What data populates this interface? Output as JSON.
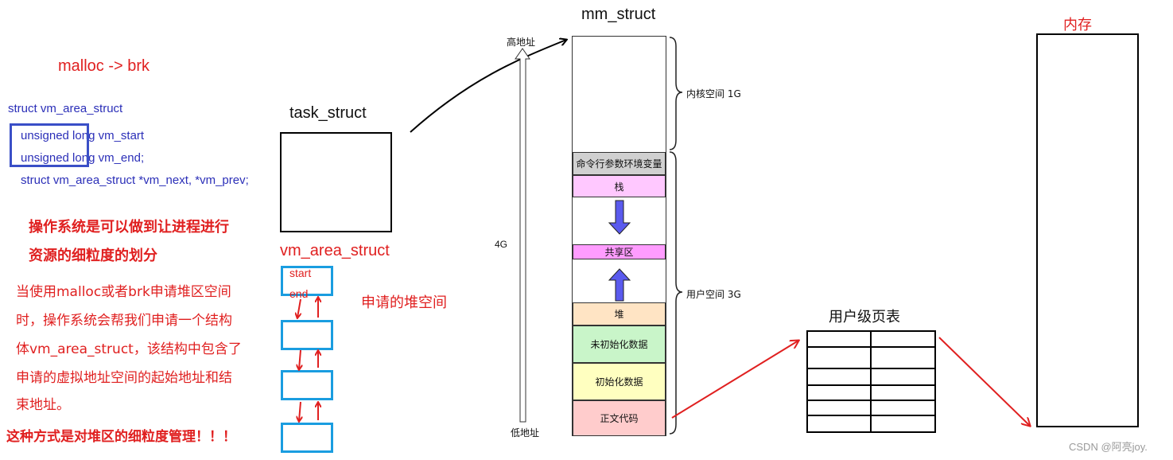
{
  "left": {
    "malloc_title": "malloc -> brk",
    "struct_header": "struct vm_area_struct",
    "field_start": "unsigned long vm_start",
    "field_end": "unsigned long vm_end;",
    "field_links": "struct vm_area_struct *vm_next, *vm_prev;",
    "bold_note_1": "操作系统是可以做到让进程进行",
    "bold_note_2": "资源的细粒度的划分",
    "para_lines": [
      "当使用malloc或者brk申请堆区空间",
      "时，操作系统会帮我们申请一个结构",
      "体vm_area_struct，该结构中包含了",
      "申请的虚拟地址空间的起始地址和结",
      "束地址。"
    ],
    "bottom_note": "这种方式是对堆区的细粒度管理！！！"
  },
  "middle": {
    "task_struct_label": "task_struct",
    "vm_area_label": "vm_area_struct",
    "start_label": "start",
    "end_label": "end",
    "heap_note": "申请的堆空间"
  },
  "address": {
    "high": "高地址",
    "low": "低地址",
    "size": "4G"
  },
  "mm": {
    "title": "mm_struct",
    "kernel_label": "内核空间 1G",
    "user_label": "用户空间 3G",
    "segments": [
      {
        "label": "命令行参数环境变量",
        "color": "#d0d0d0"
      },
      {
        "label": "栈",
        "color": "#ffc8ff"
      },
      {
        "label": "共享区",
        "color": "#ff9cff"
      },
      {
        "label": "堆",
        "color": "#ffe4c4"
      },
      {
        "label": "未初始化数据",
        "color": "#c9f5c9"
      },
      {
        "label": "初始化数据",
        "color": "#ffffc0"
      },
      {
        "label": "正文代码",
        "color": "#ffcccc"
      }
    ]
  },
  "page_table": {
    "title": "用户级页表"
  },
  "memory": {
    "title": "内存"
  },
  "watermark": "CSDN @阿亮joy."
}
